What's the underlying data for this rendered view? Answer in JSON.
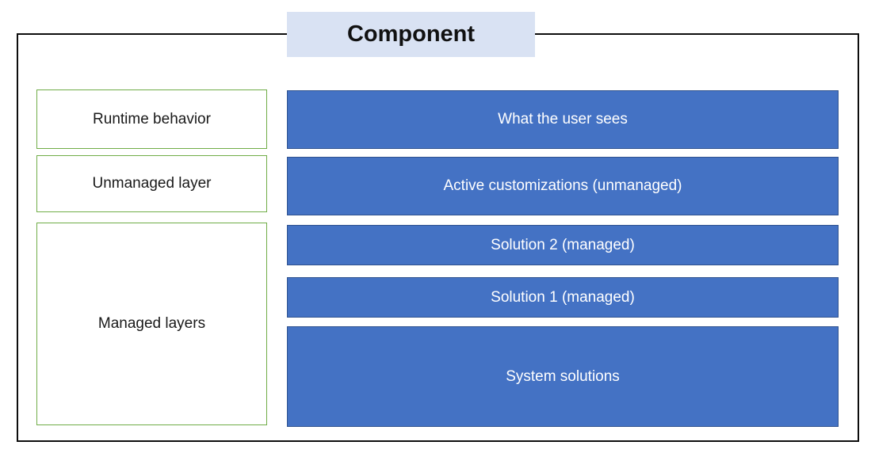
{
  "diagram": {
    "title": "Component",
    "left_labels": [
      {
        "label": "Runtime behavior"
      },
      {
        "label": "Unmanaged layer"
      },
      {
        "label": "Managed layers"
      }
    ],
    "layers": [
      {
        "label": "What the user sees"
      },
      {
        "label": "Active customizations (unmanaged)"
      },
      {
        "label": "Solution 2 (managed)"
      },
      {
        "label": "Solution 1 (managed)"
      },
      {
        "label": "System solutions"
      }
    ],
    "colors": {
      "layer_fill": "#4472C4",
      "layer_border": "#2F528F",
      "label_box_border": "#70AD47",
      "title_fill": "#D9E2F3",
      "frame_border": "#0D0D0D",
      "layer_text": "#FFFFFF",
      "label_text": "#1A1A1A"
    }
  }
}
